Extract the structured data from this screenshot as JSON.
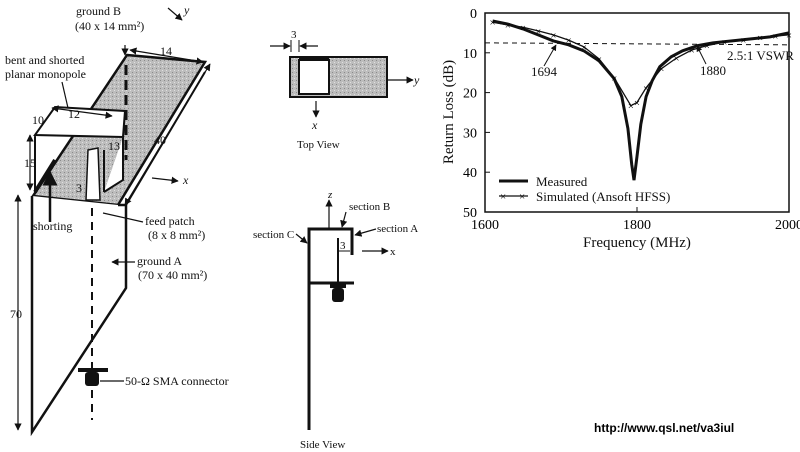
{
  "perspective_view": {
    "ground_b_label": "ground B",
    "ground_b_size": "(40 x 14 mm²)",
    "monopole_label_line1": "bent and shorted",
    "monopole_label_line2": "planar monopole",
    "shorting_label": "shorting",
    "feed_patch_label": "feed patch",
    "feed_patch_size": "(8 x 8 mm²)",
    "ground_a_label": "ground A",
    "ground_a_size": "(70 x 40 mm²)",
    "connector_label": "50-Ω SMA connector",
    "axis_x": "x",
    "axis_y": "y",
    "dims": {
      "d14": "14",
      "d40": "40",
      "d10": "10",
      "d12": "12",
      "d15": "15",
      "d13": "13",
      "d3": "3",
      "d70": "70"
    }
  },
  "top_view": {
    "title": "Top View",
    "dim": "3",
    "axis_x": "x",
    "axis_y": "y"
  },
  "side_view": {
    "title": "Side View",
    "section_a": "section A",
    "section_b": "section B",
    "section_c": "section C",
    "dim": "3",
    "axis_x": "x",
    "axis_z": "z"
  },
  "source_url": "http://www.qsl.net/va3iul",
  "chart_data": {
    "type": "line",
    "xlabel": "Frequency (MHz)",
    "ylabel": "Return Loss (dB)",
    "xlim": [
      1600,
      2000
    ],
    "ylim": [
      0,
      50
    ],
    "y_inverted": true,
    "x_ticks": [
      "1600",
      "1800",
      "2000"
    ],
    "y_ticks": [
      "0",
      "10",
      "20",
      "30",
      "40",
      "50"
    ],
    "grid": false,
    "legend_placement": "bottom-left",
    "reference_line": {
      "label": "2.5:1 VSWR",
      "value": 7.5,
      "style": "dashed"
    },
    "annotations": [
      {
        "text": "1694",
        "x": 1694,
        "y": 7.5
      },
      {
        "text": "1880",
        "x": 1880,
        "y": 7.5
      }
    ],
    "series": [
      {
        "name": "Measured",
        "marker": "none",
        "x": [
          1610,
          1630,
          1650,
          1670,
          1690,
          1710,
          1730,
          1750,
          1770,
          1780,
          1788,
          1793,
          1796,
          1800,
          1805,
          1812,
          1820,
          1830,
          1845,
          1860,
          1880,
          1900,
          1925,
          1950,
          1975,
          2000
        ],
        "y": [
          2,
          2.8,
          4,
          5.5,
          7,
          8,
          9.5,
          12,
          16.5,
          21,
          29,
          38,
          42,
          36,
          28,
          21,
          17,
          13.5,
          11,
          9.5,
          8.2,
          7.5,
          7,
          6.5,
          6,
          5
        ]
      },
      {
        "name": "Simulated (Ansoft HFSS)",
        "marker": "x",
        "x": [
          1610,
          1630,
          1650,
          1670,
          1690,
          1710,
          1730,
          1750,
          1770,
          1792,
          1800,
          1812,
          1832,
          1852,
          1872,
          1892,
          1915,
          1940,
          1962,
          1982,
          2000
        ],
        "y": [
          2.3,
          3,
          3.6,
          4.5,
          5.5,
          6.8,
          8.5,
          11.5,
          16.3,
          23.3,
          22.5,
          18.8,
          14,
          11.3,
          9.3,
          8.2,
          7.3,
          6.8,
          6.2,
          5.8,
          5.5
        ]
      }
    ]
  }
}
